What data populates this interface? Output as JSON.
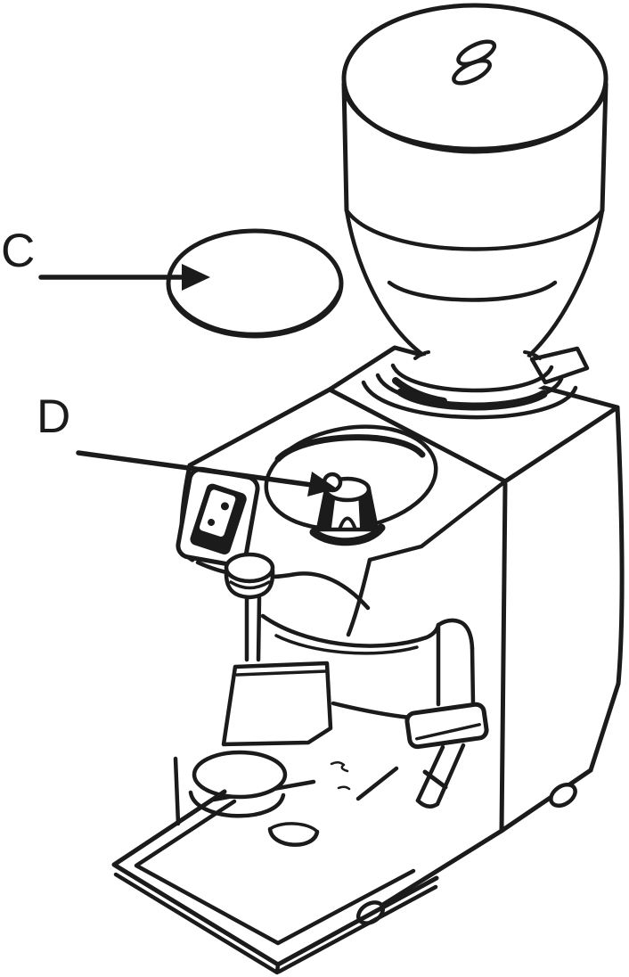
{
  "figure": {
    "type": "technical-line-illustration",
    "subject": "coffee grinder parts diagram",
    "background_color": "#ffffff",
    "line_color": "#1b1b1b",
    "labels": [
      {
        "id": "C",
        "text": "C"
      },
      {
        "id": "D",
        "text": "D"
      }
    ]
  }
}
